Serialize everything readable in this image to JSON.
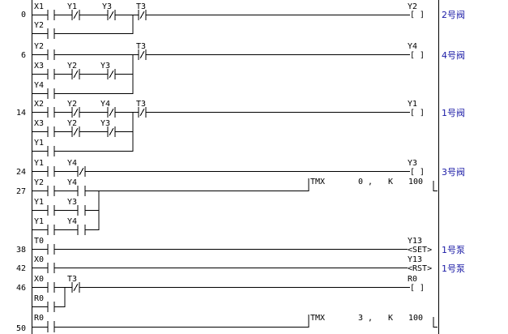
{
  "rungs": [
    {
      "step": "0",
      "output": "Y2",
      "coil": "[  ]",
      "comment": "2号阀",
      "contacts": [
        {
          "name": "X1",
          "type": "NO"
        },
        {
          "name": "Y1",
          "type": "NC"
        },
        {
          "name": "Y3",
          "type": "NC"
        },
        {
          "name": "T3",
          "type": "NC"
        }
      ],
      "parallel": [
        {
          "name": "Y2",
          "type": "NO"
        }
      ]
    },
    {
      "step": "6",
      "output": "Y4",
      "coil": "[  ]",
      "comment": "4号阀",
      "contacts": [
        {
          "name": "Y2",
          "type": "NO"
        },
        {
          "name": "T3",
          "type": "NC"
        }
      ],
      "parallel": [
        {
          "name": "X3",
          "type": "NO"
        },
        {
          "name": "Y2",
          "type": "NC"
        },
        {
          "name": "Y3",
          "type": "NC"
        },
        {
          "name": "Y4",
          "type": "NO"
        }
      ]
    },
    {
      "step": "14",
      "output": "Y1",
      "coil": "[  ]",
      "comment": "1号阀",
      "contacts": [
        {
          "name": "X2",
          "type": "NO"
        },
        {
          "name": "Y2",
          "type": "NC"
        },
        {
          "name": "Y4",
          "type": "NC"
        },
        {
          "name": "T3",
          "type": "NC"
        }
      ],
      "parallel": [
        {
          "name": "X3",
          "type": "NO"
        },
        {
          "name": "Y2",
          "type": "NC"
        },
        {
          "name": "Y3",
          "type": "NC"
        },
        {
          "name": "Y1",
          "type": "NO"
        }
      ]
    },
    {
      "step": "24",
      "output": "Y3",
      "coil": "[  ]",
      "comment": "3号阀",
      "contacts": [
        {
          "name": "Y1",
          "type": "NO"
        },
        {
          "name": "Y4",
          "type": "NC"
        }
      ]
    },
    {
      "step": "27",
      "instruction": "TMX",
      "operand": "0 ,",
      "k_label": "K",
      "k_value": "100",
      "contacts": [
        {
          "name": "Y2",
          "type": "NO"
        },
        {
          "name": "Y4",
          "type": "NO"
        }
      ],
      "parallel": [
        {
          "name": "Y1",
          "type": "NO"
        },
        {
          "name": "Y3",
          "type": "NO"
        },
        {
          "name": "Y1",
          "type": "NO"
        },
        {
          "name": "Y4",
          "type": "NO"
        }
      ]
    },
    {
      "step": "38",
      "output": "Y13",
      "coil": "<SET>",
      "comment": "1号泵",
      "contacts": [
        {
          "name": "T0",
          "type": "NO"
        }
      ]
    },
    {
      "step": "42",
      "output": "Y13",
      "coil": "<RST>",
      "comment": "1号泵",
      "contacts": [
        {
          "name": "X0",
          "type": "NO"
        }
      ]
    },
    {
      "step": "46",
      "output": "R0",
      "coil": "[  ]",
      "contacts": [
        {
          "name": "X0",
          "type": "NO"
        },
        {
          "name": "T3",
          "type": "NC"
        }
      ],
      "parallel": [
        {
          "name": "R0",
          "type": "NO"
        }
      ]
    },
    {
      "step": "50",
      "instruction": "TMX",
      "operand": "3 ,",
      "k_label": "K",
      "k_value": "100",
      "contacts": [
        {
          "name": "R0",
          "type": "NO"
        }
      ]
    }
  ]
}
